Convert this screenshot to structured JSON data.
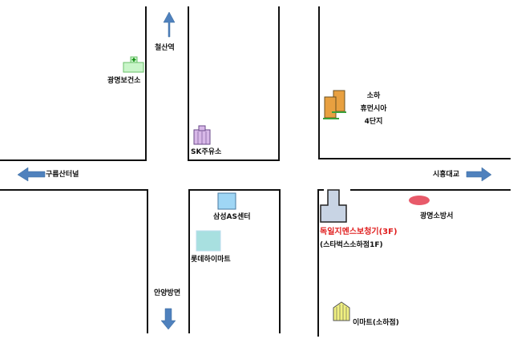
{
  "map": {
    "directions": {
      "north": "철산역",
      "south": "안양방면",
      "west": "구름산터널",
      "east": "시흥대교"
    },
    "landmarks": {
      "health_center": "광명보건소",
      "gas_station": "SK주유소",
      "apartment": [
        "소하",
        "휴먼시아",
        "4단지"
      ],
      "samsung": "삼성AS센터",
      "lotte": "롯데하이마트",
      "fire_station": "광명소방서",
      "emart": "이마트(소하점)"
    },
    "destination": {
      "name": "독일지멘스보청기(3F)",
      "sub": "(스타벅스소하점1F)",
      "color": "#e01f1f"
    },
    "arrow_color": "#4f81bd"
  }
}
